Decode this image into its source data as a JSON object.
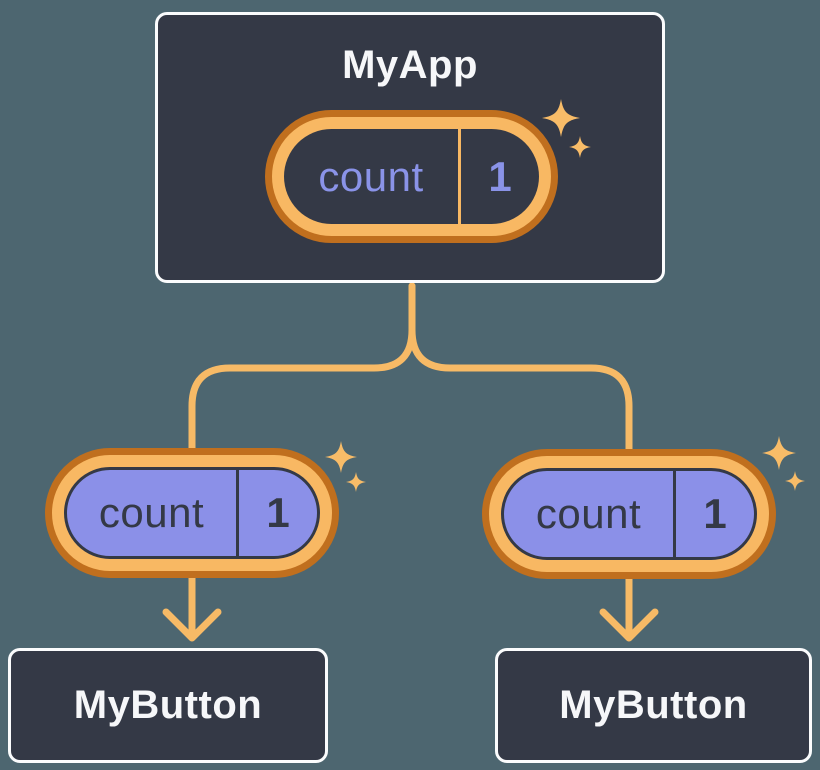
{
  "root": {
    "name": "MyApp",
    "state_pill": {
      "label": "count",
      "value": "1"
    }
  },
  "children": [
    {
      "name": "MyButton",
      "prop_pill": {
        "label": "count",
        "value": "1"
      }
    },
    {
      "name": "MyButton",
      "prop_pill": {
        "label": "count",
        "value": "1"
      }
    }
  ],
  "icons": {
    "sparkle": "four-point-star"
  },
  "colors": {
    "background": "#4D6670",
    "node_fill": "#343946",
    "node_border": "#FBFCFD",
    "node_text": "#F6F7F9",
    "pill_ring_light": "#F8B863",
    "pill_ring_dark": "#C06F1E",
    "pill_purple_fill": "#8B90E8",
    "state_text_purple": "#8A93E8",
    "dark_text": "#343946",
    "connector_orange": "#F7BA66"
  }
}
